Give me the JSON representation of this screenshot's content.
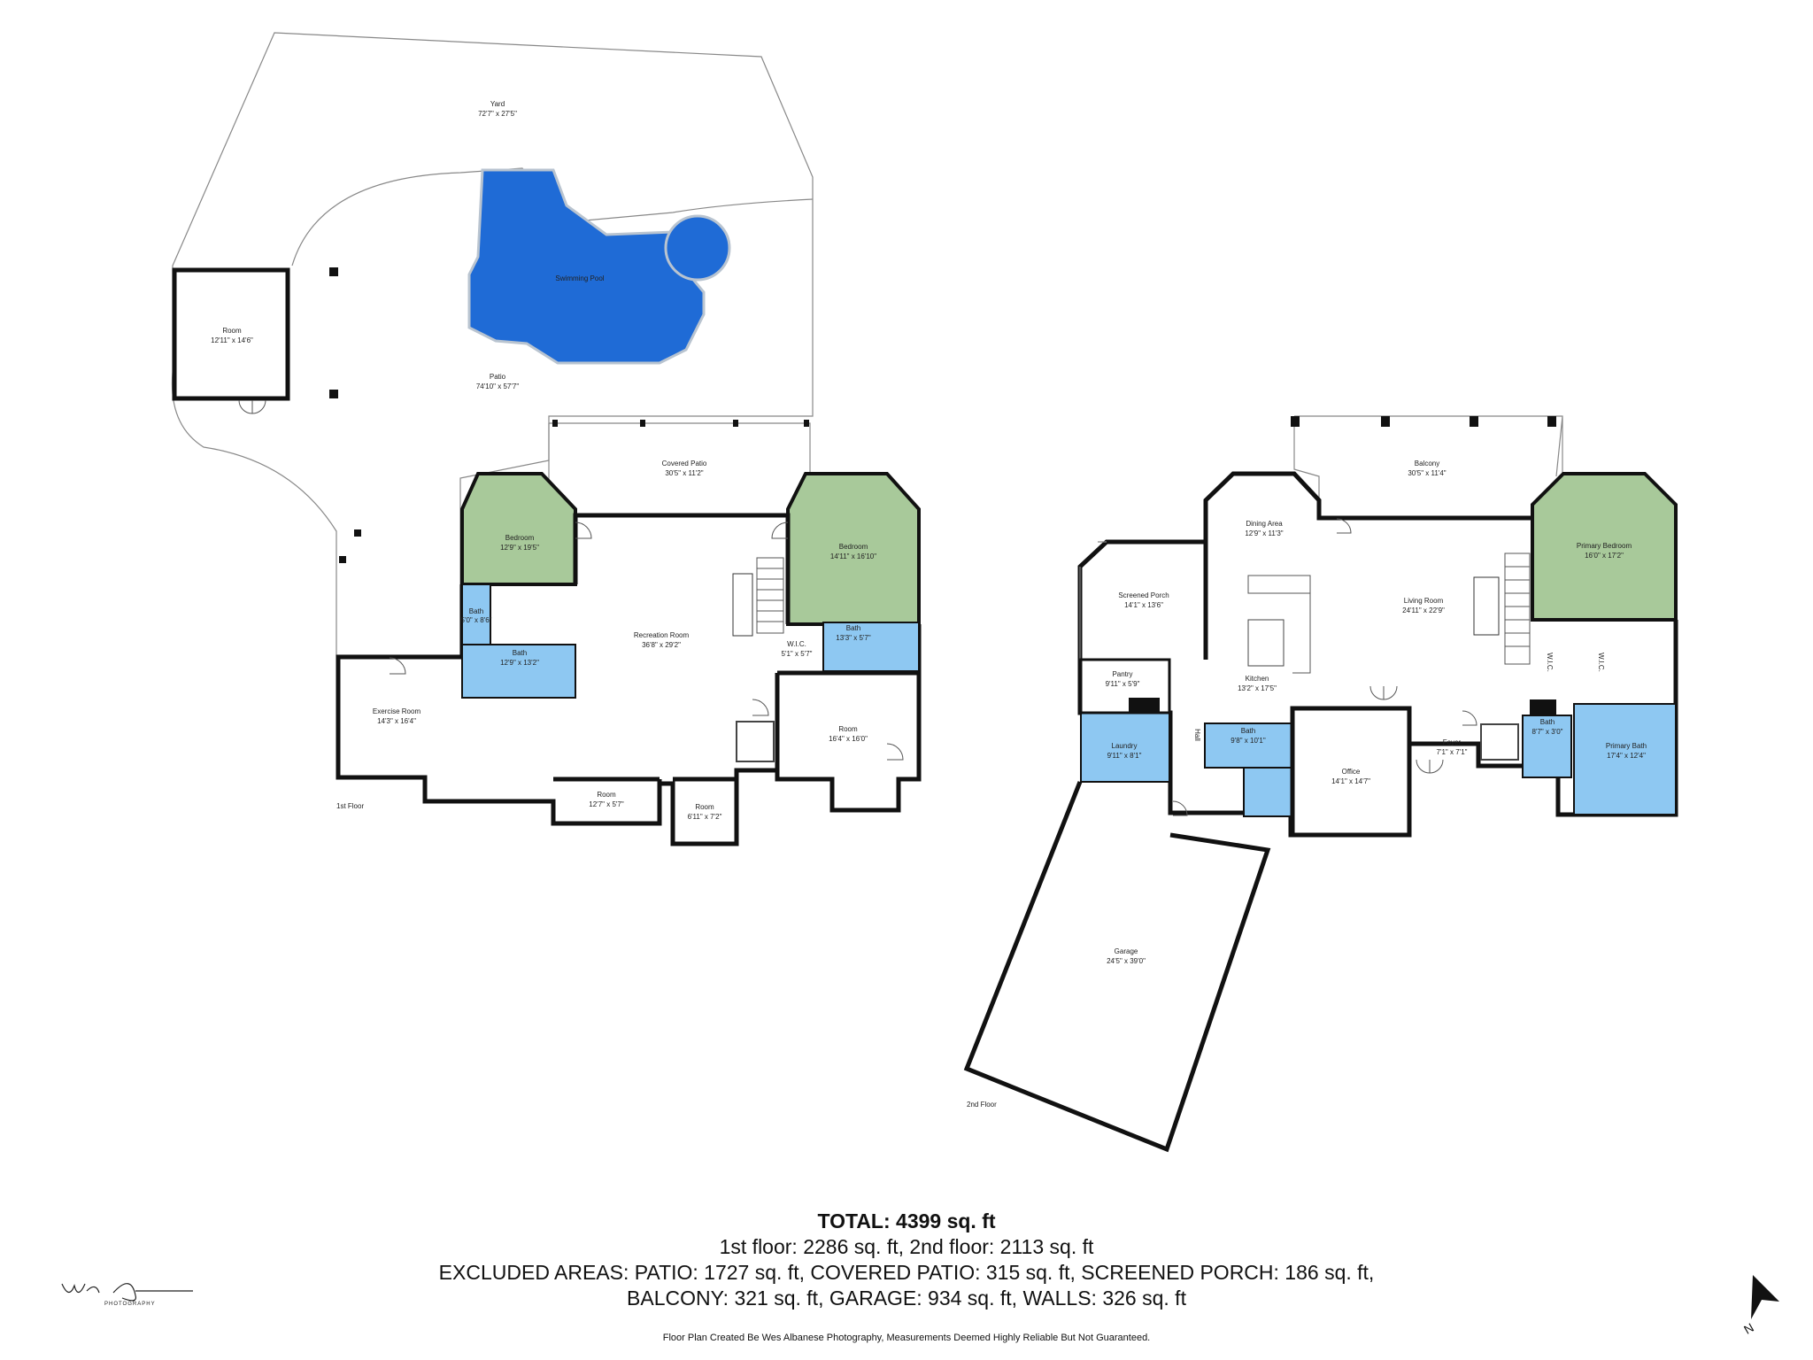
{
  "floors": [
    {
      "label": "1st Floor"
    },
    {
      "label": "2nd Floor"
    }
  ],
  "rooms_first_floor": [
    {
      "name": "Yard",
      "dims": "72'7\" x 27'5\""
    },
    {
      "name": "Room",
      "dims": "12'11\" x 14'6\""
    },
    {
      "name": "Swimming Pool",
      "dims": ""
    },
    {
      "name": "Patio",
      "dims": "74'10\" x 57'7\""
    },
    {
      "name": "Covered Patio",
      "dims": "30'5\" x 11'2\""
    },
    {
      "name": "Bedroom",
      "dims": "12'9\" x 19'5\""
    },
    {
      "name": "Bedroom",
      "dims": "14'11\" x 16'10\""
    },
    {
      "name": "Recreation Room",
      "dims": "36'8\" x 29'2\""
    },
    {
      "name": "Bath",
      "dims": "5'0\" x 8'6\""
    },
    {
      "name": "Bath",
      "dims": "12'9\" x 13'2\""
    },
    {
      "name": "Bath",
      "dims": "13'3\" x 5'7\""
    },
    {
      "name": "W.I.C.",
      "dims": "5'1\" x 5'7\""
    },
    {
      "name": "Exercise Room",
      "dims": "14'3\" x 16'4\""
    },
    {
      "name": "Room",
      "dims": "16'4\" x 16'0\""
    },
    {
      "name": "Room",
      "dims": "12'7\" x 5'7\""
    },
    {
      "name": "Room",
      "dims": "6'11\" x 7'2\""
    }
  ],
  "rooms_second_floor": [
    {
      "name": "Balcony",
      "dims": "30'5\" x 11'4\""
    },
    {
      "name": "Dining Area",
      "dims": "12'9\" x 11'3\""
    },
    {
      "name": "Screened Porch",
      "dims": "14'1\" x 13'6\""
    },
    {
      "name": "Living Room",
      "dims": "24'11\" x 22'9\""
    },
    {
      "name": "Primary Bedroom",
      "dims": "16'0\" x 17'2\""
    },
    {
      "name": "Pantry",
      "dims": "9'11\" x 5'9\""
    },
    {
      "name": "Kitchen",
      "dims": "13'2\" x 17'5\""
    },
    {
      "name": "Laundry",
      "dims": "9'11\" x 8'1\""
    },
    {
      "name": "Hall",
      "dims": ""
    },
    {
      "name": "Bath",
      "dims": "9'8\" x 10'1\""
    },
    {
      "name": "Office",
      "dims": "14'1\" x 14'7\""
    },
    {
      "name": "Foyer",
      "dims": "7'1\" x 7'1\""
    },
    {
      "name": "Bath",
      "dims": "8'7\" x 3'0\""
    },
    {
      "name": "Primary Bath",
      "dims": "17'4\" x 12'4\""
    },
    {
      "name": "W.I.C.",
      "dims": ""
    },
    {
      "name": "W.I.C.",
      "dims": ""
    },
    {
      "name": "Garage",
      "dims": "24'5\" x 39'0\""
    }
  ],
  "summary": {
    "total": "TOTAL: 4399 sq. ft",
    "floors": "1st floor: 2286 sq. ft, 2nd floor: 2113 sq. ft",
    "excluded_1": "EXCLUDED AREAS: PATIO: 1727 sq. ft, COVERED PATIO: 315 sq. ft, SCREENED PORCH: 186 sq. ft,",
    "excluded_2": "BALCONY: 321 sq. ft, GARAGE: 934 sq. ft, WALLS: 326 sq. ft"
  },
  "disclaimer": "Floor Plan Created Be Wes Albanese Photography, Measurements Deemed Highly Reliable But Not Guaranteed.",
  "logo": {
    "script": "Wes Albanese",
    "sub": "PHOTOGRAPHY"
  },
  "compass": {
    "letter": "N"
  },
  "colors": {
    "bedroom": "#a8c99a",
    "bath": "#8ec8f2",
    "pool": "#1f6bd6"
  }
}
